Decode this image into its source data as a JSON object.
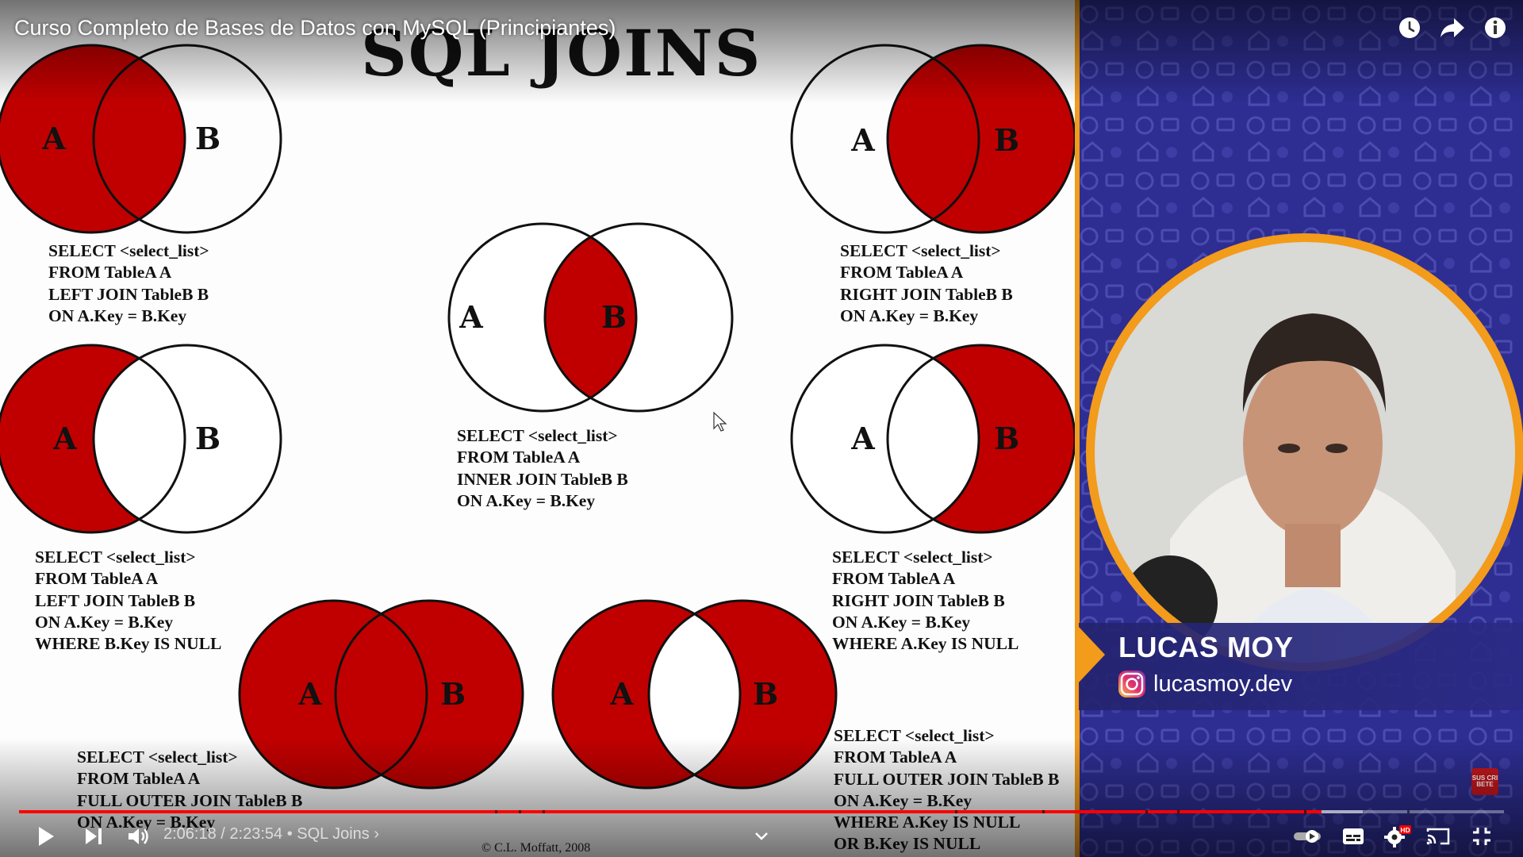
{
  "video": {
    "title": "Curso Completo de Bases de Datos con MySQL (Principiantes)"
  },
  "top_actions": {
    "watch_later": "watch-later-icon",
    "share": "share-icon",
    "info": "info-icon"
  },
  "slide": {
    "title": "SQL JOINS",
    "copyright": "© C.L. Moffatt, 2008",
    "diagram_labels": {
      "a": "A",
      "b": "B"
    },
    "left_join": [
      "SELECT <select_list>",
      "FROM TableA A",
      "LEFT JOIN TableB B",
      "ON A.Key = B.Key"
    ],
    "inner_join": [
      "SELECT <select_list>",
      "FROM TableA A",
      "INNER JOIN TableB B",
      "ON A.Key = B.Key"
    ],
    "right_join": [
      "SELECT <select_list>",
      "FROM TableA A",
      "RIGHT JOIN TableB B",
      "ON A.Key = B.Key"
    ],
    "left_excl": [
      "SELECT <select_list>",
      "FROM TableA A",
      "LEFT JOIN TableB B",
      "ON A.Key = B.Key",
      "WHERE B.Key IS NULL"
    ],
    "right_excl": [
      "SELECT <select_list>",
      "FROM TableA A",
      "RIGHT JOIN TableB B",
      "ON A.Key = B.Key",
      "WHERE A.Key IS NULL"
    ],
    "full_outer": [
      "SELECT <select_list>",
      "FROM TableA A",
      "FULL OUTER JOIN TableB B",
      "ON A.Key = B.Key"
    ],
    "full_outer_excl": [
      "SELECT <select_list>",
      "FROM TableA A",
      "FULL OUTER JOIN TableB B",
      "ON A.Key = B.Key",
      "WHERE A.Key IS NULL",
      "OR B.Key IS NULL"
    ]
  },
  "presenter": {
    "name": "LUCAS MOY",
    "handle": "lucasmoy.dev",
    "handle_icon": "instagram-icon",
    "subscribe_badge": "SUS CRI BETE"
  },
  "player": {
    "current_time": "2:06:18",
    "separator": " / ",
    "duration": "2:23:54",
    "chapter": "• SQL Joins ›",
    "progress_fraction": 0.877,
    "buffered_fraction": 0.905,
    "hd_badge": "HD",
    "colors": {
      "accent": "#ff0000",
      "venn_red": "#c00000",
      "panel_blue": "#2a2a8e",
      "frame_orange": "#f39b1a"
    }
  }
}
